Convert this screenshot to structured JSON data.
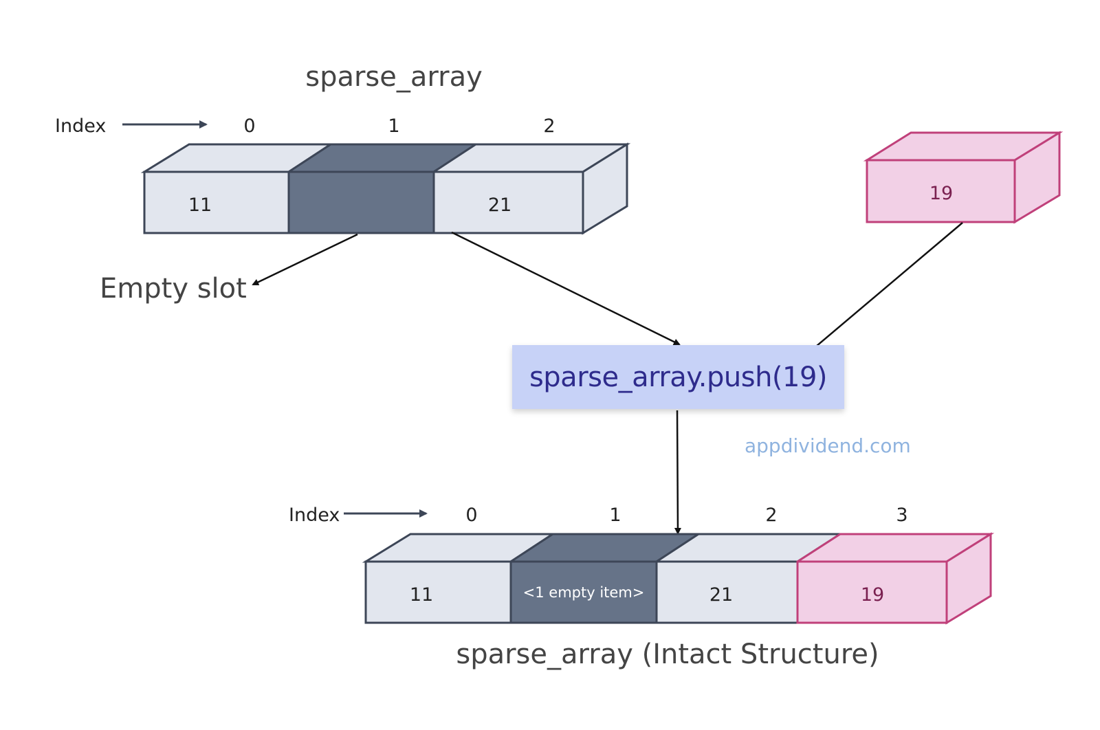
{
  "top_array": {
    "title": "sparse_array",
    "index_label": "Index",
    "indices": [
      "0",
      "1",
      "2"
    ],
    "cells": [
      {
        "value": "11",
        "state": "filled"
      },
      {
        "value": "",
        "state": "empty"
      },
      {
        "value": "21",
        "state": "filled"
      }
    ],
    "empty_slot_label": "Empty slot"
  },
  "new_element": {
    "value": "19"
  },
  "operation": {
    "label": "sparse_array.push(19)"
  },
  "watermark": "appdividend.com",
  "bottom_array": {
    "title": "sparse_array (Intact Structure)",
    "index_label": "Index",
    "indices": [
      "0",
      "1",
      "2",
      "3"
    ],
    "cells": [
      {
        "value": "11",
        "state": "filled"
      },
      {
        "value": "<1 empty item>",
        "state": "empty"
      },
      {
        "value": "21",
        "state": "filled"
      },
      {
        "value": "19",
        "state": "new"
      }
    ]
  },
  "colors": {
    "filled_cell": "#e2e6ee",
    "empty_cell": "#667388",
    "new_cell": "#f2d0e6",
    "new_cell_border": "#c0407a",
    "cell_border": "#3d4657",
    "push_box": "#c7d2f7",
    "push_text": "#2e2b8c",
    "watermark": "#8fb3df"
  }
}
